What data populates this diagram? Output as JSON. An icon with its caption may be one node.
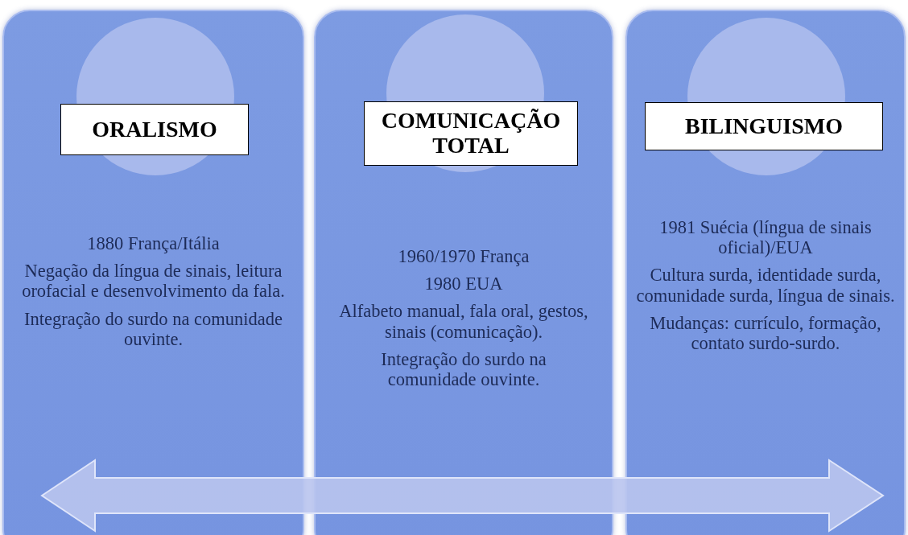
{
  "diagram": {
    "nodes": [
      {
        "text": [
          "1880 França/Itália",
          "Negação da língua de sinais, leitura orofacial e desenvolvimento da fala.",
          "Integração do surdo na comunidade ouvinte."
        ]
      },
      {
        "text": [],
        "shape": "circle",
        "in": 0
      },
      {
        "text": [
          "ORALISMO"
        ],
        "in": 0
      },
      {
        "text": [
          "1960/1970 França",
          "1980 EUA",
          "Alfabeto manual, fala oral, gestos, sinais (comunicação).",
          "Integração do surdo na comunidade ouvinte."
        ]
      },
      {
        "text": [],
        "shape": "circle",
        "in": 3
      },
      {
        "text": [
          "COMUNICAÇÃO TOTAL"
        ],
        "in": 3
      },
      {
        "text": [
          "1981 Suécia (língua de sinais oficial)/EUA",
          "Cultura surda, identidade surda, comunidade surda, língua de sinais.",
          "Mudanças: currículo, formação, contato surdo-surdo."
        ]
      },
      {
        "text": [],
        "shape": "circle",
        "in": 6
      },
      {
        "text": [
          "BILINGUISMO"
        ],
        "in": 6
      }
    ]
  }
}
